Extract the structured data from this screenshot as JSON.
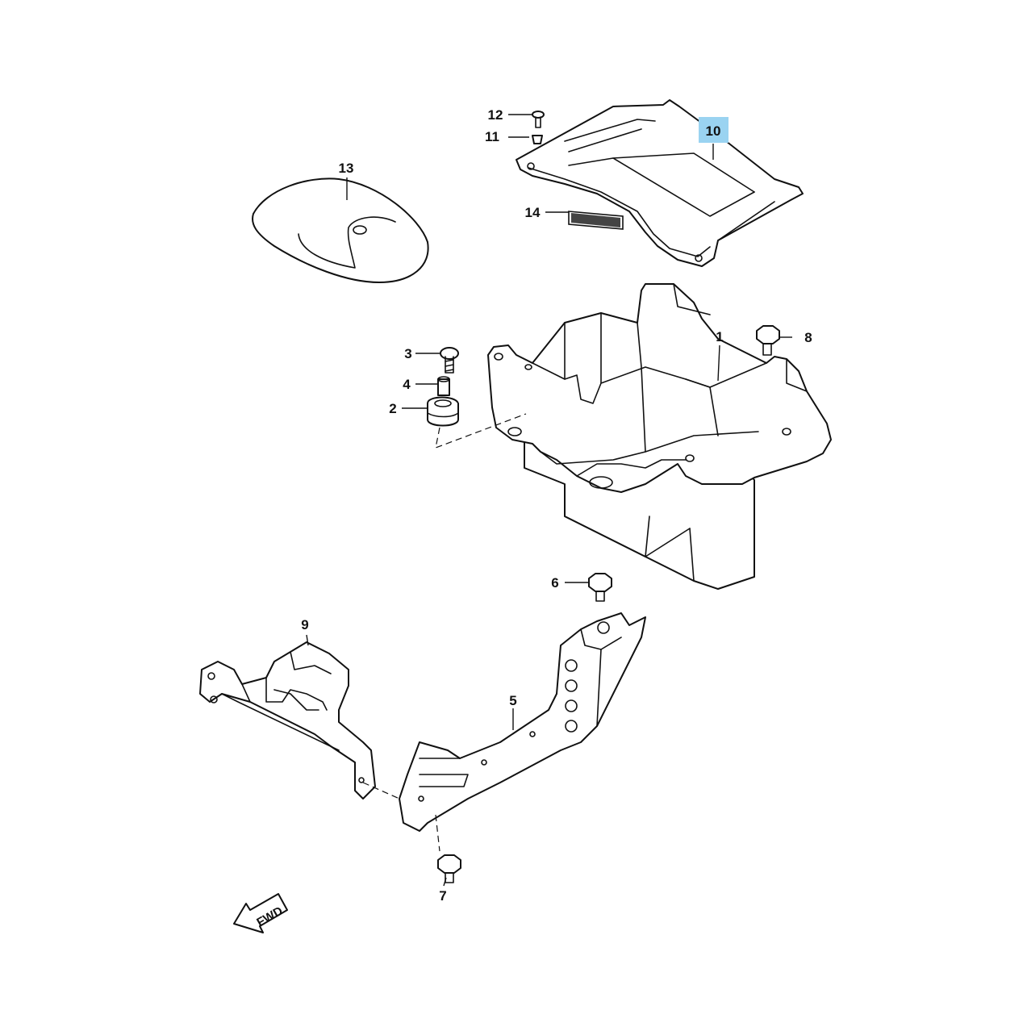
{
  "callouts": {
    "c1": "1",
    "c2": "2",
    "c3": "3",
    "c4": "4",
    "c5": "5",
    "c6": "6",
    "c7": "7",
    "c8": "8",
    "c9": "9",
    "c10": "10",
    "c11": "11",
    "c12": "12",
    "c13": "13",
    "c14": "14"
  },
  "highlighted_callout": "10",
  "highlight_color": "#9ad3f1",
  "direction_arrow": {
    "label": "FWD"
  }
}
